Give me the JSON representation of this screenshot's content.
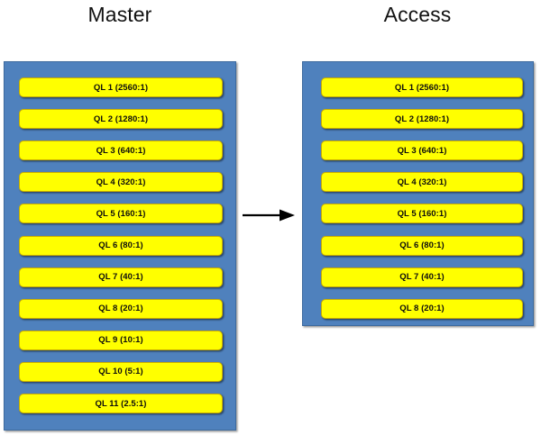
{
  "diagram": {
    "background_color": "#FFFFFF",
    "panel_fill_color": "#4F81BD",
    "chip_fill_color": "#FFFF00",
    "text_color": "#000000",
    "arrow": {
      "name": "right-arrow",
      "direction": "left-to-right",
      "color": "#000000"
    },
    "columns": [
      {
        "id": "master",
        "title": "Master",
        "items": [
          {
            "label": "QL 1 (2560:1)"
          },
          {
            "label": "QL 2 (1280:1)"
          },
          {
            "label": "QL 3 (640:1)"
          },
          {
            "label": "QL 4 (320:1)"
          },
          {
            "label": "QL 5 (160:1)"
          },
          {
            "label": "QL 6 (80:1)"
          },
          {
            "label": "QL 7 (40:1)"
          },
          {
            "label": "QL 8 (20:1)"
          },
          {
            "label": "QL 9 (10:1)"
          },
          {
            "label": "QL 10 (5:1)"
          },
          {
            "label": "QL 11 (2.5:1)"
          }
        ]
      },
      {
        "id": "access",
        "title": "Access",
        "items": [
          {
            "label": "QL 1 (2560:1)"
          },
          {
            "label": "QL 2 (1280:1)"
          },
          {
            "label": "QL 3 (640:1)"
          },
          {
            "label": "QL 4 (320:1)"
          },
          {
            "label": "QL 5 (160:1)"
          },
          {
            "label": "QL 6 (80:1)"
          },
          {
            "label": "QL 7 (40:1)"
          },
          {
            "label": "QL 8 (20:1)"
          }
        ]
      }
    ]
  }
}
